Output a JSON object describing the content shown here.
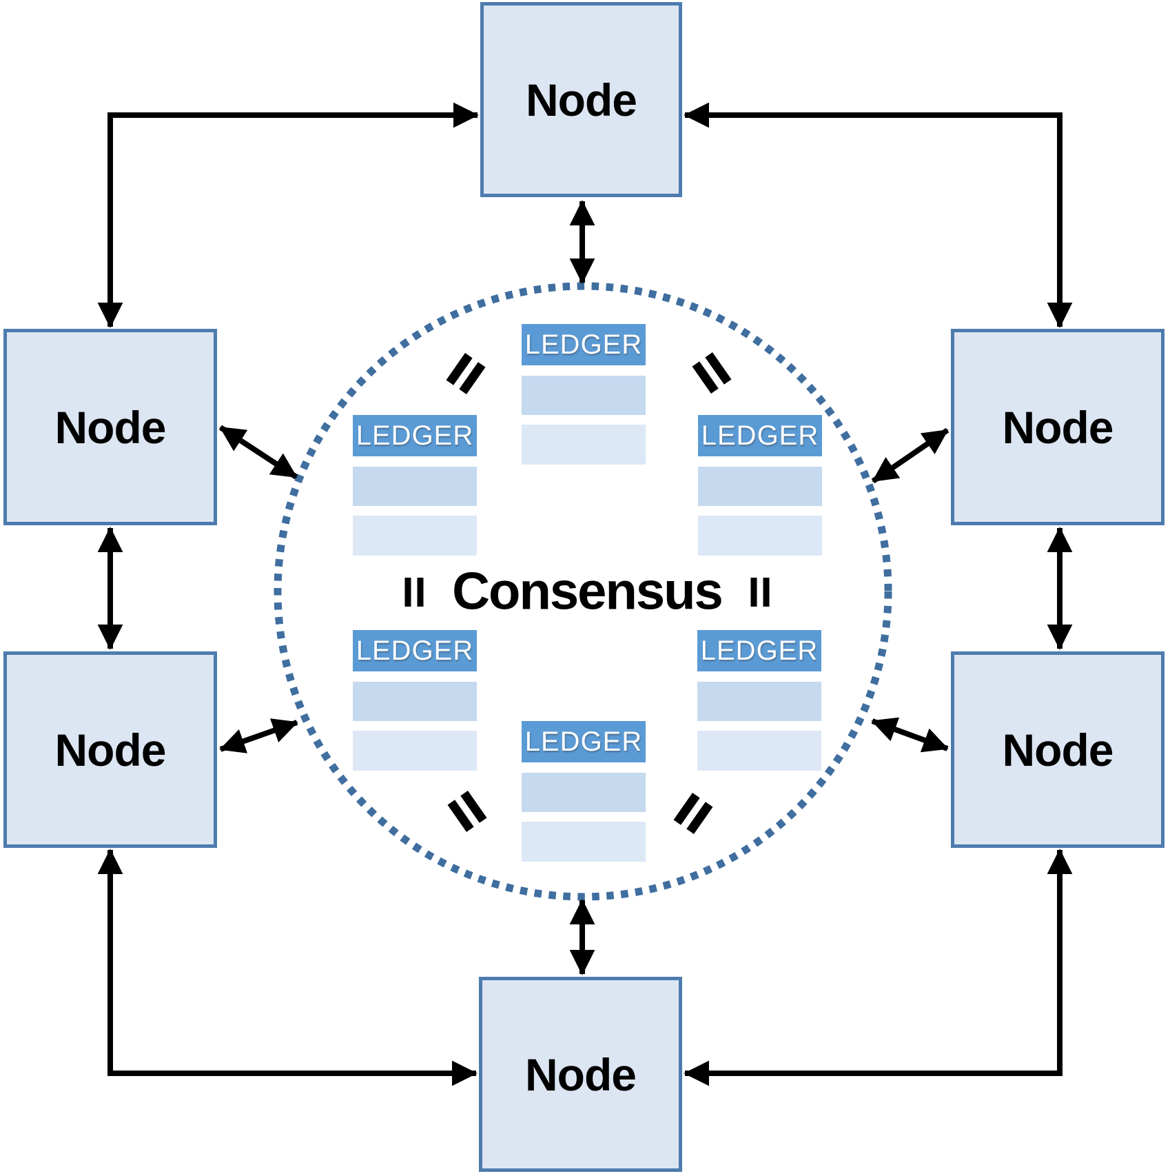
{
  "diagram": {
    "description": "Peer-to-peer distributed ledger network: six nodes connected by double-headed arrows around a dotted consensus circle containing identical ledgers",
    "consensus_label": "Consensus",
    "nodes": [
      {
        "position": "top",
        "label": "Node"
      },
      {
        "position": "upper-left",
        "label": "Node"
      },
      {
        "position": "upper-right",
        "label": "Node"
      },
      {
        "position": "lower-left",
        "label": "Node"
      },
      {
        "position": "lower-right",
        "label": "Node"
      },
      {
        "position": "bottom",
        "label": "Node"
      }
    ],
    "ledgers": [
      {
        "position": "top",
        "label": "LEDGER"
      },
      {
        "position": "upper-left",
        "label": "LEDGER"
      },
      {
        "position": "upper-right",
        "label": "LEDGER"
      },
      {
        "position": "lower-left",
        "label": "LEDGER"
      },
      {
        "position": "lower-right",
        "label": "LEDGER"
      },
      {
        "position": "bottom",
        "label": "LEDGER"
      }
    ],
    "equality_marks": [
      {
        "position": "upper-left",
        "symbol": "="
      },
      {
        "position": "upper-right",
        "symbol": "="
      },
      {
        "position": "middle-left",
        "symbol": "="
      },
      {
        "position": "middle-right",
        "symbol": "="
      },
      {
        "position": "lower-left",
        "symbol": "="
      },
      {
        "position": "lower-right",
        "symbol": "="
      }
    ],
    "colors": {
      "node_fill": "#dce6f2",
      "node_border": "#4d7bae",
      "ledger_header": "#5b9bd5",
      "ledger_row_medium": "#c5d9ef",
      "ledger_row_light": "#dde8f6",
      "circle_dots": "#3f6e9f",
      "arrow": "#000000",
      "text": "#000000",
      "ledger_text": "#ffffff"
    }
  }
}
